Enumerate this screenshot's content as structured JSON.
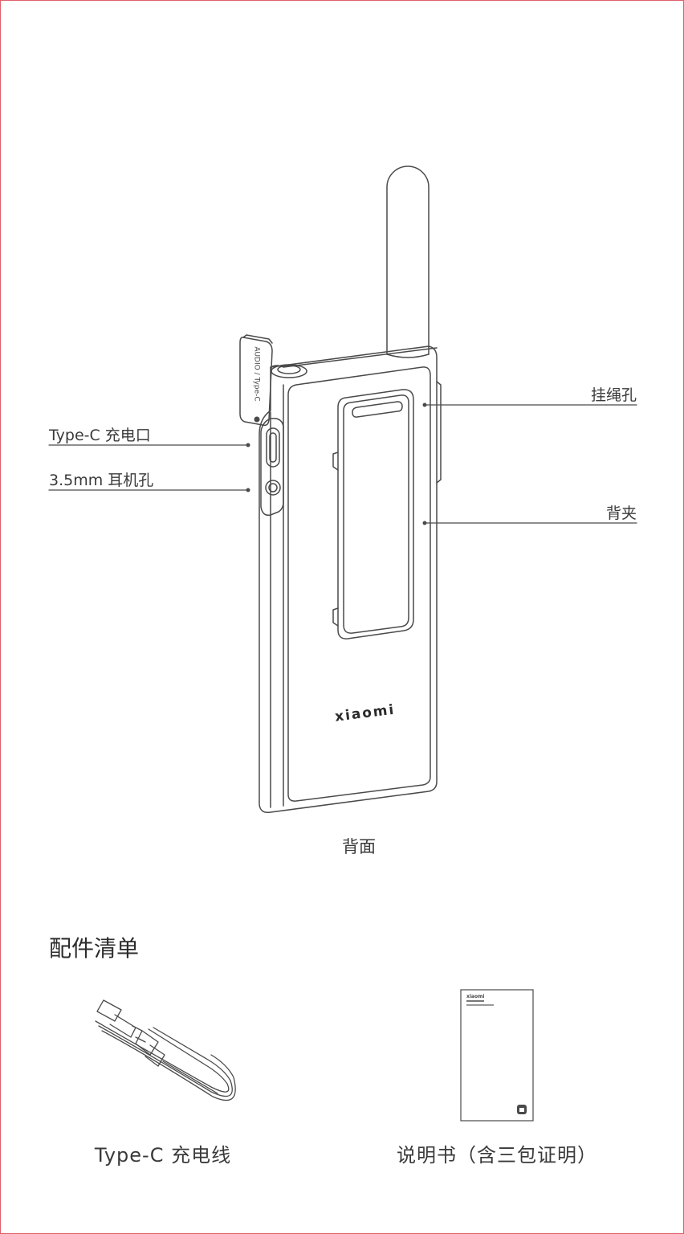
{
  "callouts": {
    "typec_port": "Type-C 充电口",
    "audio_jack": "3.5mm 耳机孔",
    "lanyard_hole": "挂绳孔",
    "back_clip": "背夹"
  },
  "device": {
    "brand": "xiaomi",
    "flap_text": "AUDIO / Type-C"
  },
  "view_caption": "背面",
  "accessories": {
    "title": "配件清单",
    "items": [
      {
        "label": "Type-C 充电线",
        "icon": "usb-cable-icon"
      },
      {
        "label": "说明书（含三包证明）",
        "icon": "manual-booklet-icon",
        "cover_brand": "xiaomi"
      }
    ]
  },
  "colors": {
    "border": "#e0606a",
    "line": "#4a4a4a"
  }
}
